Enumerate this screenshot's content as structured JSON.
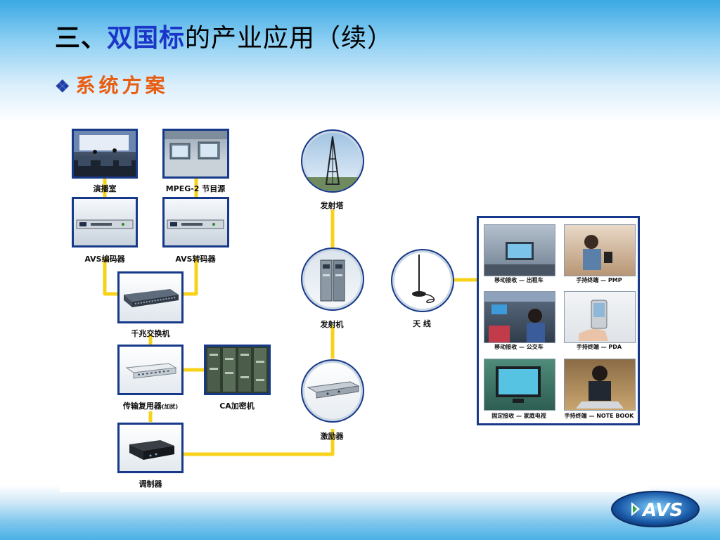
{
  "slide": {
    "title_prefix": "三、",
    "title_highlight": "双国标",
    "title_rest": "的产业应用（续）",
    "subtitle_bullet": "❖",
    "subtitle": "系统方案"
  },
  "diagram": {
    "nodes": {
      "studio": "演播室",
      "mpeg2_source": "MPEG-2 节目源",
      "avs_encoder": "AVS编码器",
      "avs_transcoder": "AVS转码器",
      "gigabit_switch": "千兆交换机",
      "multiplexer": "传输复用器",
      "multiplexer_note": "(加扰)",
      "ca_encryptor": "CA加密机",
      "modulator": "调制器",
      "transmit_tower": "发射塔",
      "transmitter": "发射机",
      "exciter": "激励器",
      "antenna": "天 线"
    },
    "terminals": [
      "移动接收 — 出租车",
      "手持终端 — PMP",
      "移动接收 — 公交车",
      "手持终端 — PDA",
      "固定接收 — 家庭电视",
      "手持终端 — NOTE BOOK"
    ],
    "line_color": "#f7d21a"
  },
  "logo": {
    "text": "AVS"
  }
}
